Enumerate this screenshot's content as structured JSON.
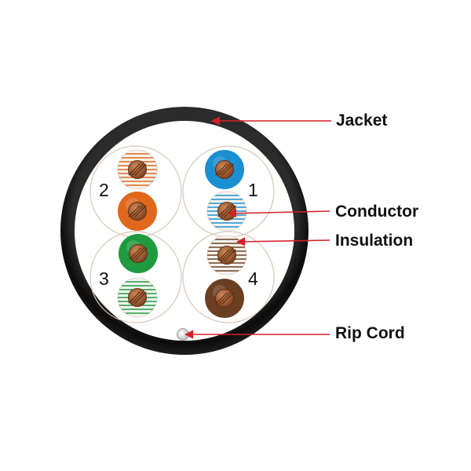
{
  "labels": {
    "jacket": "Jacket",
    "conductor": "Conductor",
    "insulation": "Insulation",
    "rip_cord": "Rip Cord"
  },
  "pairs": [
    {
      "number": "1",
      "solid_color": "#1a8fd1",
      "stripe_color": "#1a8fd1"
    },
    {
      "number": "2",
      "solid_color": "#e0671c",
      "stripe_color": "#e0671c"
    },
    {
      "number": "3",
      "solid_color": "#1f9a3e",
      "stripe_color": "#1f9a3e"
    },
    {
      "number": "4",
      "solid_color": "#6b3f22",
      "stripe_color": "#6b3f22"
    }
  ],
  "colors": {
    "jacket": "#121212",
    "arrow": "#d81f2a",
    "copper": "#b0653a",
    "pair_outline": "#d8c8b8"
  }
}
